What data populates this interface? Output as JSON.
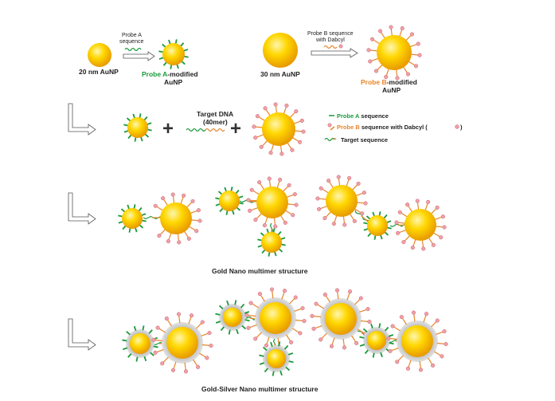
{
  "colors": {
    "green": "#1a9a3c",
    "orange": "#e8852a",
    "pink_cap": "#f0a0a8",
    "gold_core": "#ffd700",
    "silver_shell": "#c8c8c8",
    "text": "#222222"
  },
  "labels": {
    "probe_a_arrow_line1": "Probe A",
    "probe_a_arrow_line2": "sequence",
    "np20": "20 nm AuNP",
    "probe_a_mod_colored": "Probe A",
    "probe_a_mod_rest": "-modified",
    "probe_a_mod_line2": "AuNP",
    "probe_b_arrow_line1": "Probe B sequence",
    "probe_b_arrow_line2": "with Dabcyl",
    "np30": "30 nm AuNP",
    "probe_b_mod_colored": "Probe B",
    "probe_b_mod_rest": "-modified",
    "probe_b_mod_line2": "AuNP",
    "target_line1": "Target DNA",
    "target_line2": "(40mer)",
    "plus": "+",
    "legend_a_colored": "Probe A",
    "legend_a_rest": " sequence",
    "legend_b_colored": "Probe B",
    "legend_b_rest": " sequence with Dabcyl (",
    "legend_b_close": ")",
    "legend_t": "Target sequence",
    "gold_title": "Gold Nano multimer structure",
    "silver_title": "Gold-Silver Nano multimer structure"
  }
}
